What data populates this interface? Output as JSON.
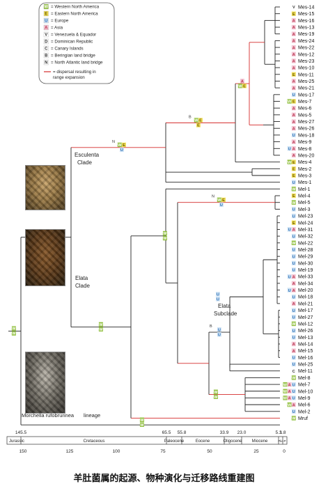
{
  "legend": [
    {
      "code": "W",
      "label": "= Western North America",
      "bg": "#8fbf3c",
      "fg": "#ffffff"
    },
    {
      "code": "E",
      "label": "= Eastern North America",
      "bg": "#f2e05c",
      "fg": "#6a5a00"
    },
    {
      "code": "U",
      "label": "= Europe",
      "bg": "#cfe3f5",
      "fg": "#2a6db3"
    },
    {
      "code": "A",
      "label": "= Asia",
      "bg": "#f3c4d3",
      "fg": "#b8364f"
    },
    {
      "code": "V",
      "label": "= Venezuela & Equador",
      "bg": "#ffffff",
      "fg": "#333333"
    },
    {
      "code": "D",
      "label": "= Dominican Republic",
      "bg": "#ffffff",
      "fg": "#333333"
    },
    {
      "code": "C",
      "label": "= Canary Islands",
      "bg": "#ffffff",
      "fg": "#333333"
    },
    {
      "code": "B",
      "label": "= Beringian land bridge",
      "bg": "#ffffff",
      "fg": "#333333"
    },
    {
      "code": "N",
      "label": "= North Atlantic land bridge",
      "bg": "#ffffff",
      "fg": "#333333"
    }
  ],
  "legend_dispersal": [
    "= dispersal resulting in",
    "range expansion"
  ],
  "colors": {
    "dispersal": "#d42a2a",
    "branch": "#222222"
  },
  "clades": {
    "esculenta": [
      "Esculenta",
      "Clade"
    ],
    "elata": [
      "Elata",
      "Clade"
    ],
    "elata_sub": [
      "Elata",
      "Subclade"
    ],
    "rufo": "Morchella rufobrunnea",
    "rufo_suffix": "lineage"
  },
  "tips": [
    {
      "label": "Mes-14",
      "area": "V"
    },
    {
      "label": "Mes-15",
      "area": "E"
    },
    {
      "label": "Mes-16",
      "area": "A"
    },
    {
      "label": "Mes-13",
      "area": "A"
    },
    {
      "label": "Mes-19",
      "area": "A"
    },
    {
      "label": "Mes-24",
      "area": "A"
    },
    {
      "label": "Mes-22",
      "area": "A"
    },
    {
      "label": "Mes-12",
      "area": "A"
    },
    {
      "label": "Mes-23",
      "area": "A"
    },
    {
      "label": "Mes-10",
      "area": "A"
    },
    {
      "label": "Mes-11",
      "area": "E"
    },
    {
      "label": "Mes-25",
      "area": "A"
    },
    {
      "label": "Mes-21",
      "area": "A"
    },
    {
      "label": "Mes-17",
      "area": "U"
    },
    {
      "label": "Mes-7",
      "area": "WE"
    },
    {
      "label": "Mes-6",
      "area": "A"
    },
    {
      "label": "Mes-5",
      "area": "A"
    },
    {
      "label": "Mes-27",
      "area": "A"
    },
    {
      "label": "Mes-26",
      "area": "A"
    },
    {
      "label": "Mes-18",
      "area": "U"
    },
    {
      "label": "Mes-9",
      "area": "A"
    },
    {
      "label": "Mes-8",
      "area": "UA"
    },
    {
      "label": "Mes-20",
      "area": "A"
    },
    {
      "label": "Mes-4",
      "area": "WE"
    },
    {
      "label": "Mes-2",
      "area": "E"
    },
    {
      "label": "Mes-3",
      "area": "E"
    },
    {
      "label": "Mes-1",
      "area": "U"
    },
    {
      "label": "Mel-1",
      "area": "W"
    },
    {
      "label": "Mel-4",
      "area": "E"
    },
    {
      "label": "Mel-5",
      "area": "W"
    },
    {
      "label": "Mel-3",
      "area": "U"
    },
    {
      "label": "Mel-23",
      "area": "U"
    },
    {
      "label": "Mel-24",
      "area": "E"
    },
    {
      "label": "Mel-31",
      "area": "UA"
    },
    {
      "label": "Mel-32",
      "area": "U"
    },
    {
      "label": "Mel-22",
      "area": "W"
    },
    {
      "label": "Mel-28",
      "area": "U"
    },
    {
      "label": "Mel-29",
      "area": "U"
    },
    {
      "label": "Mel-30",
      "area": "U"
    },
    {
      "label": "Mel-19",
      "area": "U"
    },
    {
      "label": "Mel-33",
      "area": "UA"
    },
    {
      "label": "Mel-34",
      "area": "A"
    },
    {
      "label": "Mel-20",
      "area": "UA"
    },
    {
      "label": "Mel-18",
      "area": "U"
    },
    {
      "label": "Mel-21",
      "area": "A"
    },
    {
      "label": "Mel-17",
      "area": "U"
    },
    {
      "label": "Mel-27",
      "area": "U"
    },
    {
      "label": "Mel-12",
      "area": "W"
    },
    {
      "label": "Mel-26",
      "area": "U"
    },
    {
      "label": "Mel-13",
      "area": "U"
    },
    {
      "label": "Mel-14",
      "area": "A"
    },
    {
      "label": "Mel-15",
      "area": "A"
    },
    {
      "label": "Mel-16",
      "area": "U"
    },
    {
      "label": "Mel-25",
      "area": "U"
    },
    {
      "label": "Mel-11",
      "area": "C"
    },
    {
      "label": "Mel-8",
      "area": "W"
    },
    {
      "label": "Mel-7",
      "area": "WAU"
    },
    {
      "label": "Mel-10",
      "area": "WAU"
    },
    {
      "label": "Mel-9",
      "area": "WAU"
    },
    {
      "label": "Mel-6",
      "area": "WA"
    },
    {
      "label": "Mel-2",
      "area": "U"
    },
    {
      "label": "Mruf",
      "area": "W"
    }
  ],
  "nodes": [
    {
      "area": "W/W",
      "note": ""
    },
    {
      "area": "W/W",
      "note": ""
    },
    {
      "area": "WE/U",
      "note": "N"
    },
    {
      "area": "WE/E",
      "note": "B"
    },
    {
      "area": "A/WE",
      "note": ""
    },
    {
      "area": "W/W",
      "note": ""
    },
    {
      "area": "W/W",
      "note": ""
    },
    {
      "area": "WE/U",
      "note": "N"
    },
    {
      "area": "W/W",
      "note": ""
    },
    {
      "area": "U/U",
      "note": ""
    },
    {
      "area": "U/U",
      "note": "B"
    },
    {
      "area": "W/W",
      "note": ""
    }
  ],
  "time_axis": {
    "ticks_top": [
      "145.5",
      "65.5",
      "55.8",
      "33.9",
      "23.0",
      "5.3",
      "1.8"
    ],
    "epochs": [
      "Jurassic",
      "Cretaceous",
      "Paleocene",
      "Eocene",
      "Oligocene",
      "Miocene",
      "Plio",
      "P"
    ],
    "ticks_bottom": [
      "150",
      "125",
      "100",
      "75",
      "50",
      "25",
      "0"
    ]
  },
  "caption": "羊肚菌属的起源、物种演化与迁移路线重建图"
}
